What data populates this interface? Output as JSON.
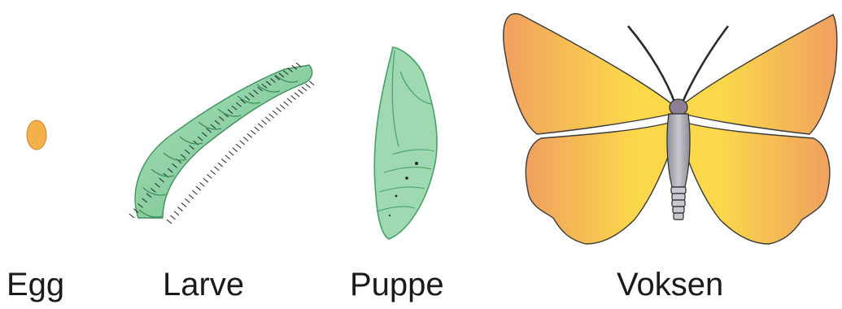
{
  "stages": [
    {
      "id": "egg",
      "label": "Egg",
      "icon": "egg-icon"
    },
    {
      "id": "larva",
      "label": "Larve",
      "icon": "caterpillar-icon"
    },
    {
      "id": "pupa",
      "label": "Puppe",
      "icon": "chrysalis-icon"
    },
    {
      "id": "adult",
      "label": "Voksen",
      "icon": "butterfly-icon"
    }
  ],
  "colors": {
    "egg": "#F4B04A",
    "larva_fill": "#8FD3A6",
    "larva_stroke": "#3E8E5C",
    "pupa_fill": "#9ED9B2",
    "pupa_stroke": "#48A068",
    "wing_inner": "#FBD84A",
    "wing_outer": "#F0A060",
    "body": "#A8A8B0",
    "outline": "#2a2a2a"
  }
}
